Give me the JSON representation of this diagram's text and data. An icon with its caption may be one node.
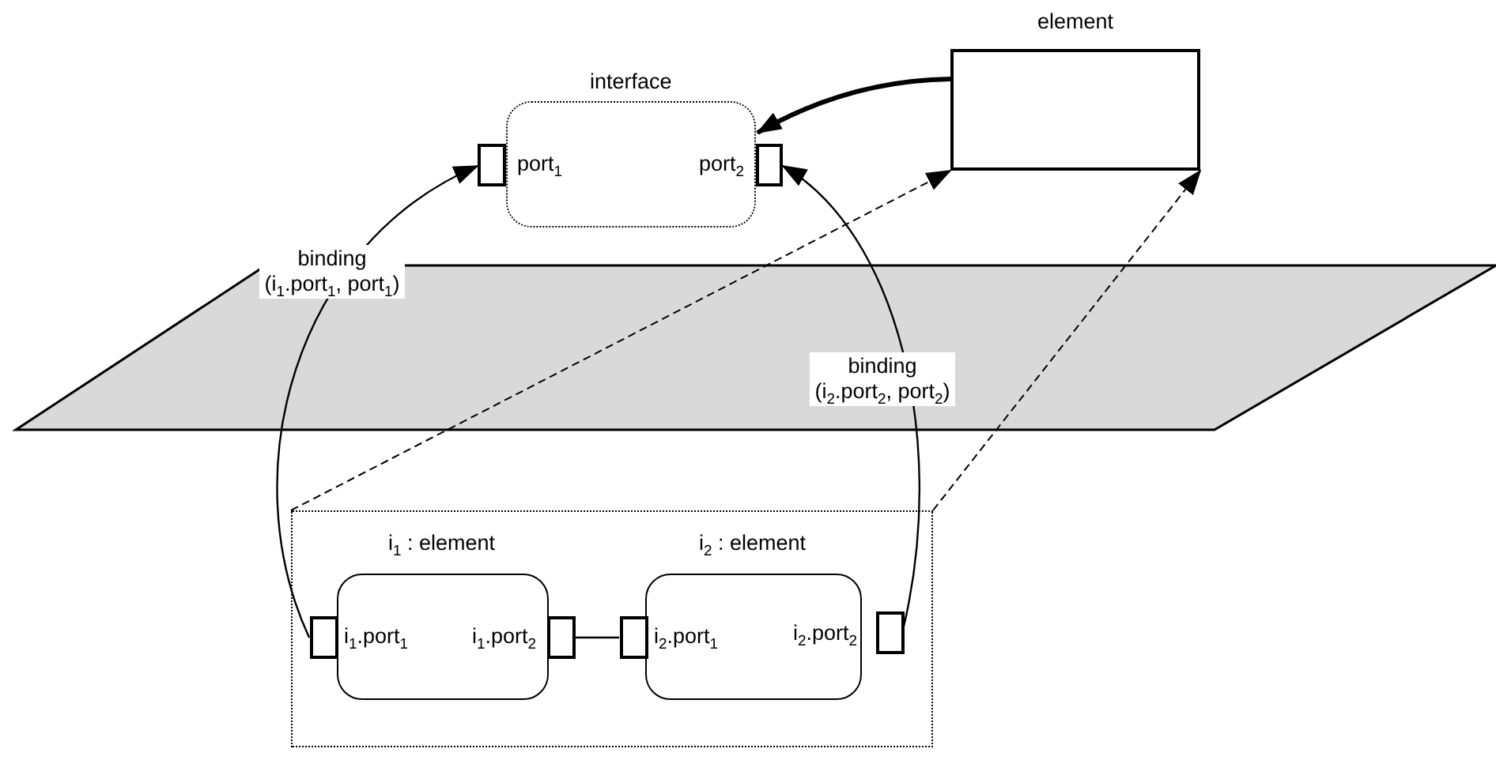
{
  "diagram": {
    "nodes": [
      {
        "text": [
          "interface"
        ]
      },
      {
        "text": [],
        "shape": "box"
      },
      {
        "text": [],
        "shape": "box"
      },
      {
        "text": [
          "element"
        ]
      },
      {
        "text": [],
        "shape": "box"
      },
      {
        "text": [
          "i$_{1}$ : element"
        ],
        "in": 4
      },
      {
        "text": [],
        "shape": "box",
        "in": 4
      },
      {
        "text": [],
        "shape": "box",
        "in": 4
      },
      {
        "text": [
          "i$_{2}$ : element"
        ],
        "in": 4
      },
      {
        "text": [],
        "shape": "box",
        "in": 4
      },
      {
        "text": [],
        "shape": "box",
        "in": 4
      }
    ],
    "edges": [
      {
        "from": 3,
        "to": 0,
        "arrow": "to",
        "style": "thick"
      },
      {
        "from": 6,
        "to": 1,
        "arrow": "to",
        "label": "binding (i$_{1}$.port$_{1}$, port$_{1}$)"
      },
      {
        "from": 10,
        "to": 2,
        "arrow": "to",
        "label": "binding (i$_{2}$.port$_{2}$, port$_{2}$)"
      },
      {
        "from": 7,
        "to": 9,
        "arrow": "none"
      },
      {
        "from": 4,
        "to": 3,
        "arrow": "to",
        "style": "dashed"
      },
      {
        "from": 4,
        "to": 3,
        "arrow": "to",
        "style": "dashed"
      }
    ],
    "labels": [
      "port$_{1}$",
      "port$_{2}$",
      "i$_{1}$.port$_{1}$",
      "i$_{1}$.port$_{2}$",
      "i$_{2}$.port$_{1}$",
      "i$_{2}$.port$_{2}$"
    ]
  }
}
